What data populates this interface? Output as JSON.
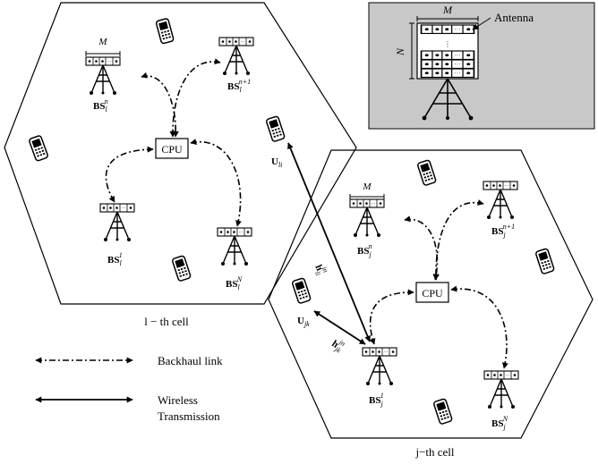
{
  "inset": {
    "dim_m": "M",
    "dim_n": "N",
    "antenna_label": "Antenna",
    "background": "#c8c8c8"
  },
  "cells": {
    "left_label": "l − th cell",
    "right_label": "j−th cell"
  },
  "cpu_label": "CPU",
  "base_stations": {
    "l_n": {
      "name": "BS",
      "sub": "l",
      "sup": "n"
    },
    "l_n1": {
      "name": "BS",
      "sub": "l",
      "sup": "n+1"
    },
    "l_1": {
      "name": "BS",
      "sub": "l",
      "sup": "1"
    },
    "l_N": {
      "name": "BS",
      "sub": "l",
      "sup": "N"
    },
    "j_n": {
      "name": "BS",
      "sub": "j",
      "sup": "n"
    },
    "j_n1": {
      "name": "BS",
      "sub": "j",
      "sup": "n+1"
    },
    "j_1": {
      "name": "BS",
      "sub": "j",
      "sup": "1"
    },
    "j_N": {
      "name": "BS",
      "sub": "j",
      "sup": "N"
    }
  },
  "array_label_m": "M",
  "users": {
    "u_li": {
      "name": "U",
      "sub": "li"
    },
    "u_jk": {
      "name": "U",
      "sub": "jk"
    }
  },
  "channels": {
    "h_li": {
      "name": "h",
      "sub": "li",
      "sup": "jn"
    },
    "h_jk": {
      "name": "h",
      "sub": "jk",
      "sup": "jn"
    }
  },
  "legend": {
    "backhaul": "Backhaul link",
    "wireless_line1": "Wireless",
    "wireless_line2": "Transmission"
  },
  "icons": {
    "phone": "cell-phone-icon",
    "tower": "antenna-tower-icon",
    "array": "antenna-array-icon"
  }
}
